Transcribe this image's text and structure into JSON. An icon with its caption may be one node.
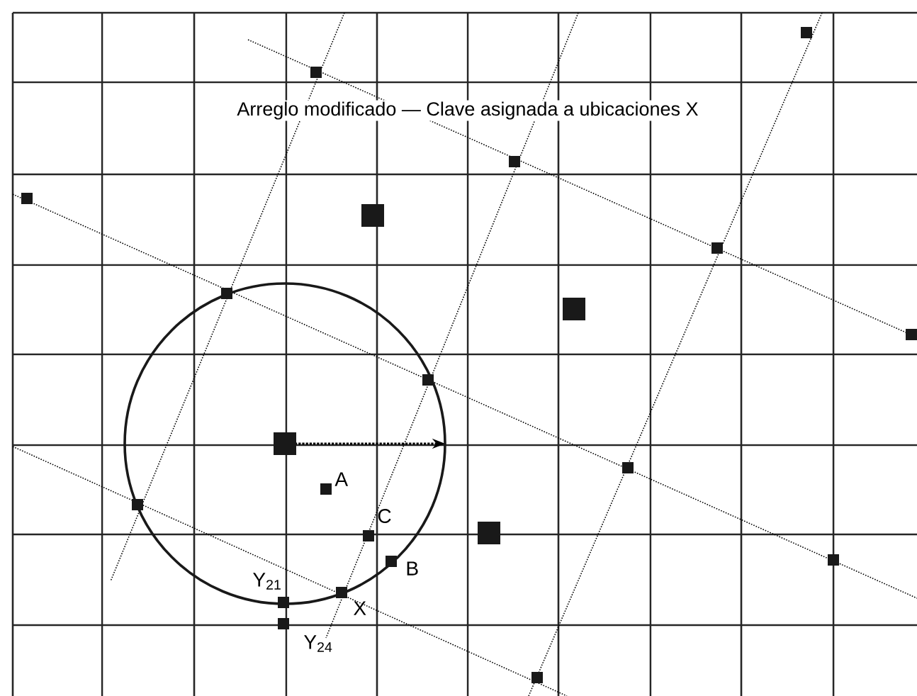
{
  "diagram": {
    "title": "Arreglo modificado — Clave asignada a ubicaciones X",
    "labels": [
      "A",
      "C",
      "B",
      "Y$_{21}$",
      "X",
      "Y$_{24}$"
    ]
  }
}
